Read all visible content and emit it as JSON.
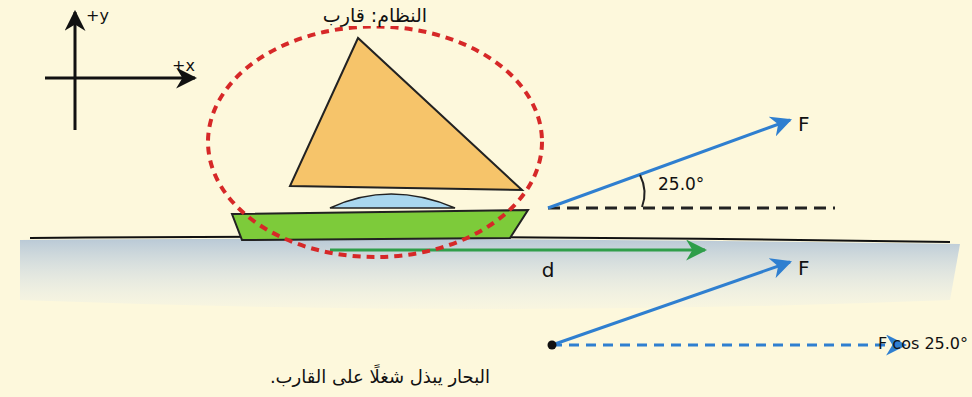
{
  "diagram": {
    "caption": "البحار يبذل شغلًا على القارب.",
    "nodes": [
      {
        "text": [
          "النظام: قارب"
        ]
      }
    ],
    "labels": [
      "+y",
      "+x",
      "F",
      "25.0°",
      "d",
      "F",
      "F cos 25.0°"
    ]
  }
}
